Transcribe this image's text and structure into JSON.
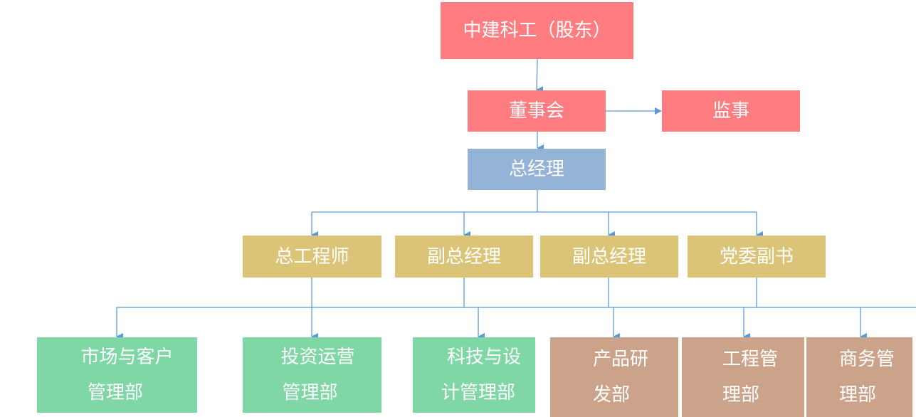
{
  "nodes": {
    "shareholder": "中建科工（股东）",
    "board": "董事会",
    "supervisor": "监事",
    "general_manager": "总经理",
    "chief_engineer": "总工程师",
    "deputy_gm_1": "副总经理",
    "deputy_gm_2": "副总经理",
    "party_deputy_secretary": "党委副书",
    "market_dept": [
      "市场与客户",
      "管理部"
    ],
    "investment_dept": [
      "投资运营",
      "管理部"
    ],
    "tech_design_dept": [
      "科技与设",
      "计管理部"
    ],
    "product_rd_dept": [
      "产品研",
      "发部"
    ],
    "engineering_dept": [
      "工程管",
      "理部"
    ],
    "business_dept": [
      "商务管",
      "理部"
    ]
  },
  "colors": {
    "top": "#ff7c80",
    "gm": "#95b3d7",
    "executives": "#dbc478",
    "departments_green": "#7fd7a5",
    "departments_tan": "#caa38a",
    "connector": "#5b9bd5"
  }
}
